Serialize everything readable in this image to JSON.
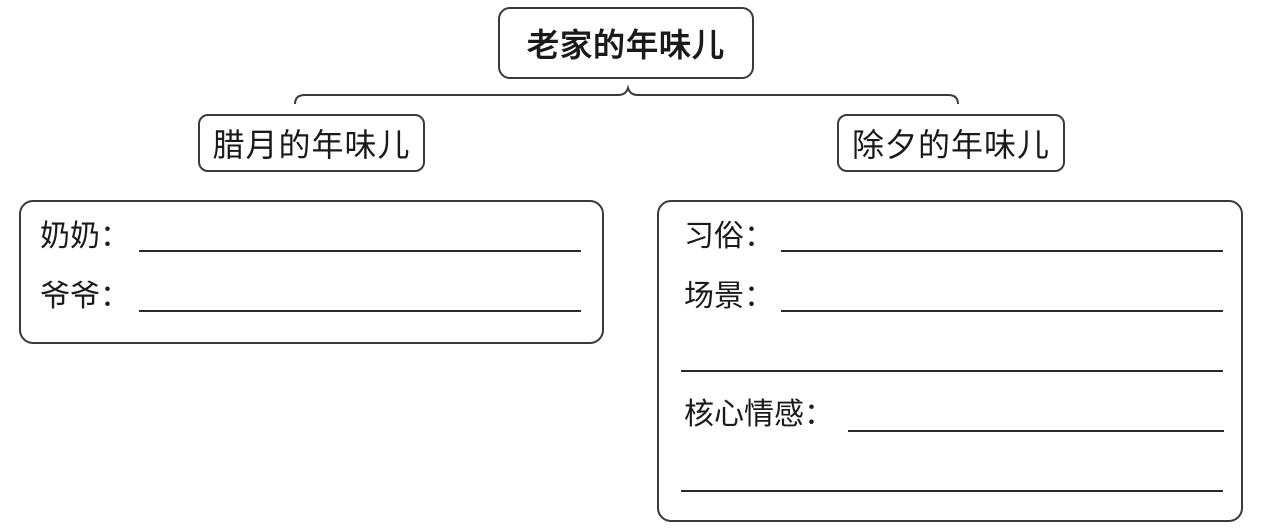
{
  "diagram": {
    "title": "老家的年味儿",
    "left_branch": {
      "title": "腊月的年味儿",
      "fields": [
        {
          "label": "奶奶",
          "colon": "："
        },
        {
          "label": "爷爷",
          "colon": "："
        }
      ]
    },
    "right_branch": {
      "title": "除夕的年味儿",
      "fields": [
        {
          "label": "习俗",
          "colon": "："
        },
        {
          "label": "场景",
          "colon": "："
        },
        {
          "label": "核心情感",
          "colon": "："
        }
      ]
    }
  }
}
